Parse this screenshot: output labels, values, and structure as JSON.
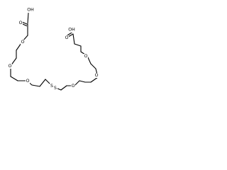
{
  "molecule": {
    "labels": {
      "left_acid_oh": "OH",
      "left_acid_o": "O",
      "left_ether_o1": "O",
      "left_ether_o2": "O",
      "left_ether_o3": "O",
      "disulfide_s1": "S",
      "disulfide_s2": "S",
      "right_ether_o3": "O",
      "right_ether_o2": "O",
      "right_ether_o1": "O",
      "right_acid_o": "O",
      "right_acid_oh": "OH"
    }
  }
}
